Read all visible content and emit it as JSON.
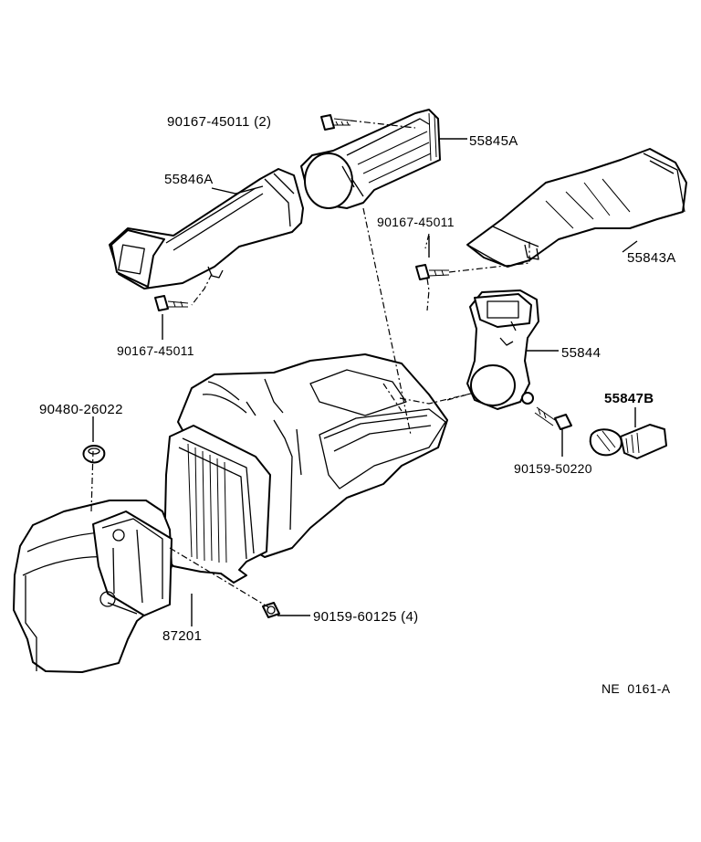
{
  "labels": {
    "bolt_top": "90167-45011 (2)",
    "duct_55845a": "55845A",
    "duct_55846a": "55846A",
    "bolt_mid": "90167-45011",
    "duct_55843a": "55843A",
    "bolt_left": "90167-45011",
    "duct_55844": "55844",
    "grommet": "90480-26022",
    "part_55847b": "55847B",
    "screw_50220": "90159-50220",
    "screw_60125": "90159-60125 (4)",
    "unit_87201": "87201",
    "diagram_ref": "NE  0161-A"
  }
}
